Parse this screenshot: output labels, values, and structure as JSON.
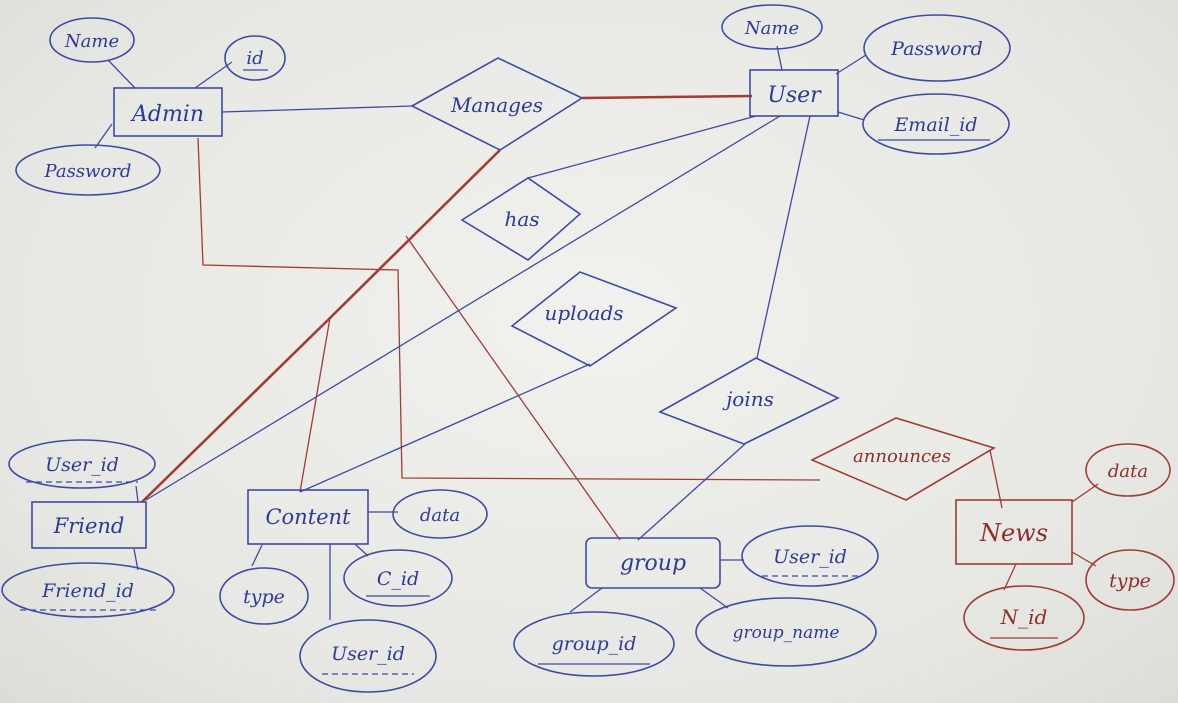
{
  "colors": {
    "blue_ink": "#2e3a9a",
    "red_ink": "#8e2e2b",
    "paper": "#ececea"
  },
  "entities": {
    "admin": "Admin",
    "user": "User",
    "friend": "Friend",
    "content": "Content",
    "group": "group",
    "news": "News"
  },
  "relationships": {
    "manages": "Manages",
    "has": "has",
    "uploads": "uploads",
    "joins": "joins",
    "announces": "announces"
  },
  "attributes": {
    "admin_name": "Name",
    "admin_id": "id",
    "admin_password": "Password",
    "user_name": "Name",
    "user_password": "Password",
    "user_email": "Email_id",
    "friend_user_id": "User_id",
    "friend_friend_id": "Friend_id",
    "content_data": "data",
    "content_type": "type",
    "content_c_id": "C_id",
    "content_user_id": "User_id",
    "group_user_id": "User_id",
    "group_group_id": "group_id",
    "group_group_name": "group_name",
    "news_data": "data",
    "news_type": "type",
    "news_n_id": "N_id"
  }
}
